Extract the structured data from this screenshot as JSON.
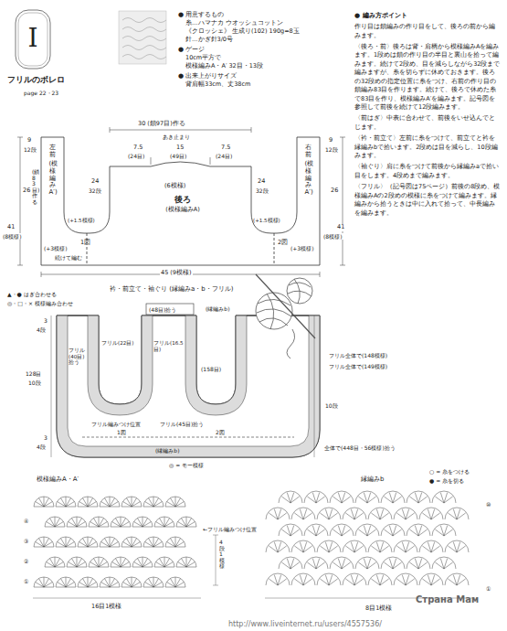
{
  "diagram": {
    "title": "フリルのボレロ",
    "nodes": [
      {
        "text": [
          "I"
        ]
      },
      {
        "text": [
          "後ろ",
          "(模様編みA)"
        ]
      },
      {
        "text": [
          "左前",
          "(模様編みA′)"
        ]
      },
      {
        "text": [
          "右前",
          "(模様編みA′)"
        ]
      }
    ],
    "labels": [
      "page 22・23",
      "● 用意するもの",
      "糸…ハマナカ ウオッシュコットン",
      "《クロッシェ》 生成り(102) 190g=8玉",
      "針…かぎ針3/0号",
      "● ゲージ",
      "10cm平方で",
      "模様編みA・A′ 32目・13段",
      "● 出来上がりサイズ",
      "背肩幅33cm、丈38cm",
      "● 編み方ポイント",
      "作り目は鎖編みの作り目をして、後ろの前から編みます。",
      "〈後ろ・前〉後ろは背・肩柄から模様編みAを編みます。1段めは鎖の作り目の半目と裏山を拾って編みます。続けて2段め、目を減らしながら32段まで編みますが、糸を切らずに休めておきます。後ろの32段めの指定位置に糸をつけ、右前の作り目の鎖編み83目を作ります。続けて、後ろで休めた糸で83目を作り、模様編みA′を編みます。記号図を参照して前後を続けて12段編みます。",
      "〈前はぎ〉中表に合わせて、前後をいせ込んでとじます。",
      "〈衿・前立て〉左前に糸をつけて、前立てと衿を縁編みbで拾います。2段めは目を減らし、10段編みます。",
      "〈袖ぐり〉肩に糸をつけて前後から縁編みaで拾い目をします。4段めまで編みます。",
      "〈フリル〉（記号図は75ページ）前後の8段め、模様編みAの2段めの模様に糸をつけて編みます。縁編みから拾うときは中に入れて拾って、中長編みを編みます。",
      "30 (鎖97目)作る",
      "あき止まり",
      "7.5",
      "(24目)",
      "15",
      "(49目)",
      "7.5",
      "(24目)",
      "(6模様)",
      "9",
      "12段",
      "26",
      "(鎖83目)作る",
      "24",
      "32段",
      "(+1.5模様)",
      "(+3模様)",
      "41",
      "(8模様)",
      "1図",
      "続けて編む",
      "45 (9模様)",
      "24",
      "32段",
      "(+1.5模様)",
      "2図",
      "(+3模様)",
      "9",
      "12段",
      "26",
      "41",
      "(8模様)",
      "▲・● はぎ合わせる",
      "◎・□・× 模様編み合わせ",
      "衿・前立て・袖ぐり (縁編みa・b・フリル)",
      "(縁編みb)",
      "(48目)拾う",
      "3",
      "4段",
      "フリル(40目)拾う",
      "フリル(22目)",
      "フリル(16.5目)",
      "(158目)",
      "フリル編みつけ位置",
      "1図",
      "2図",
      "フリル(45目)拾う",
      "128目",
      "10段",
      "3",
      "4段",
      "(縁編みb)",
      "◎ = モー模様",
      "フリル全体で(148模様)",
      "フリル全体で(149模様)",
      "10段",
      "全体で(448目・56模様)拾う",
      "模様編みA・A′",
      "←フリル編みつけ位置",
      "4段1模様",
      "16目1模様",
      "④",
      "③",
      "②",
      "①",
      "縁編みb",
      "○ = 糸をつける",
      "● = 糸を切る",
      "⑩",
      "①",
      "8目1模様",
      "Страна Мам",
      "http://www.liveinternet.ru/users/4557536/"
    ]
  }
}
